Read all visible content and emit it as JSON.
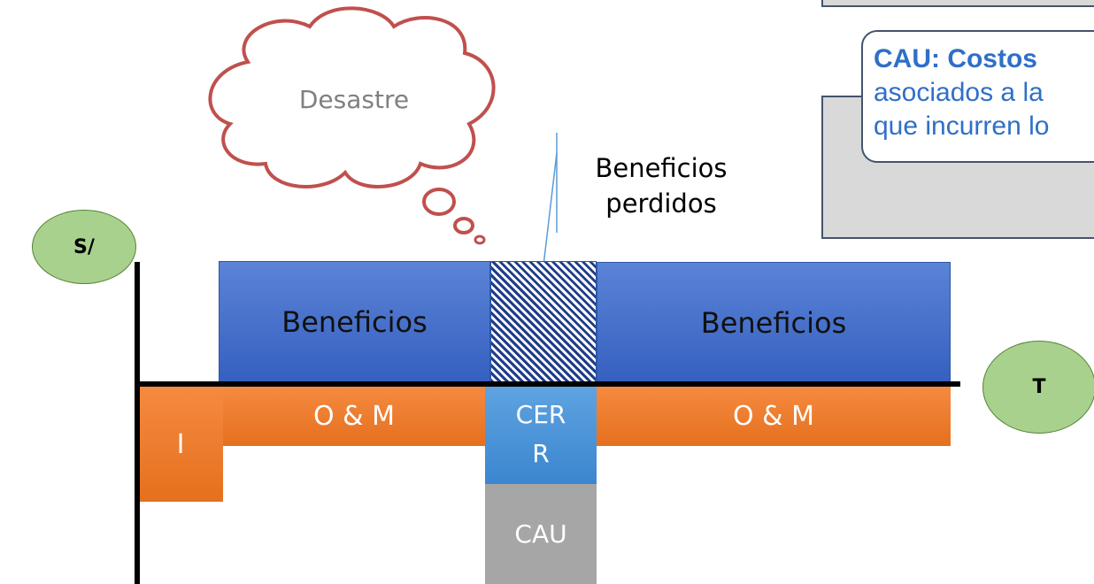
{
  "diagram": {
    "y_axis_label": "S/",
    "x_axis_label": "T",
    "cloud_label": "Desastre",
    "lost_benefits_label_line1": "Beneficios",
    "lost_benefits_label_line2": "perdidos",
    "benefit_left_label": "Beneficios",
    "benefit_right_label": "Beneficios",
    "investment_label": "I",
    "om_left_label": "O & M",
    "om_right_label": "O & M",
    "cerr_line1": "CER",
    "cerr_line2": "R",
    "cau_label": "CAU"
  },
  "callout": {
    "line1": "CAU: Costos",
    "line2": "asociados a la",
    "line3": "que incurren lo"
  },
  "colors": {
    "benefit_blue": "#4472c4",
    "om_orange": "#ed7d31",
    "cerr_blue": "#5b9bd5",
    "cau_gray": "#a6a6a6",
    "ellipse_green": "#a9d18e",
    "cloud_red": "#c0504d",
    "callout_text": "#2f6fc7"
  }
}
